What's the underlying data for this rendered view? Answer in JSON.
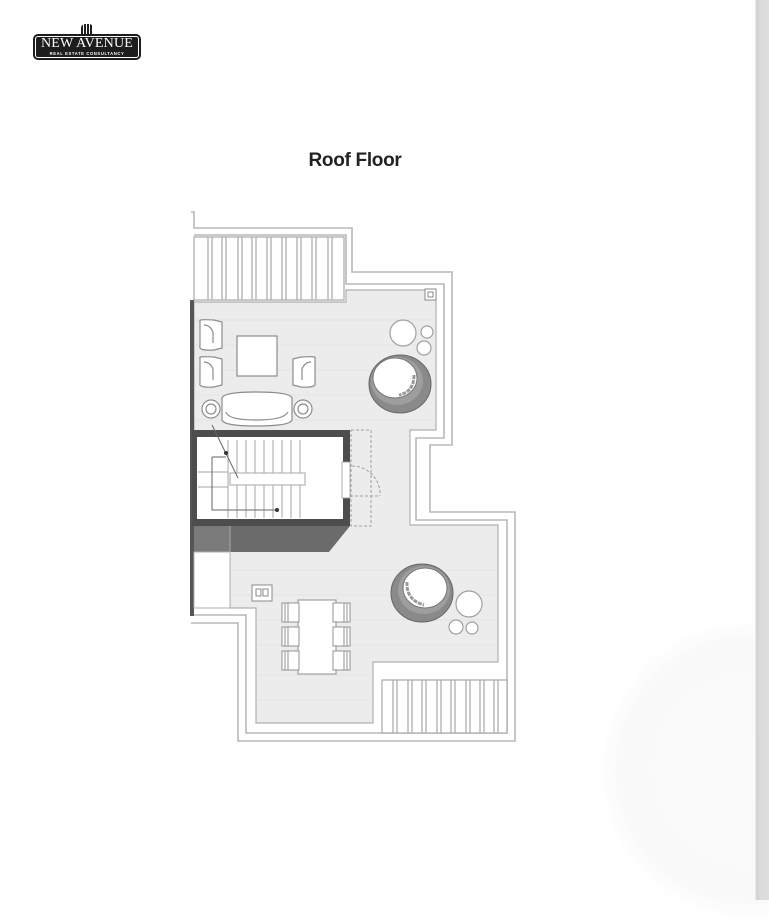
{
  "logo": {
    "name": "NEW AVENUE",
    "tagline": "REAL ESTATE CONSULTANCY"
  },
  "plan": {
    "title": "Roof Floor",
    "colors": {
      "wall": "#4a4a4a",
      "outline": "#b5b5b5",
      "floor": "#ebebeb",
      "shade": "#6a6a6a",
      "furniture": "#9a9a9a"
    },
    "rooms": [
      {
        "name": "upper-terrace",
        "features": [
          "sofa",
          "3 armchairs",
          "coffee table",
          "2 side tables",
          "round lounge chair",
          "3 round stools"
        ]
      },
      {
        "name": "stairwell",
        "features": [
          "U-shaped stair",
          "door"
        ]
      },
      {
        "name": "lower-terrace",
        "features": [
          "dining table",
          "6 chairs",
          "round lounge chair",
          "3 round stools"
        ]
      },
      {
        "name": "pergola-top",
        "features": [
          "slatted pergola"
        ]
      },
      {
        "name": "pergola-bottom",
        "features": [
          "slatted pergola"
        ]
      }
    ]
  }
}
